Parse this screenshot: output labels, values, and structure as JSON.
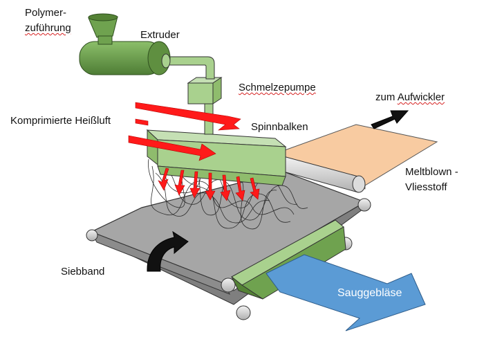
{
  "labels": {
    "polymer_line1": "Polymer-",
    "polymer_line2": "zuführung",
    "extruder": "Extruder",
    "schmelzepumpe": "Schmelzepumpe",
    "zum": "zum",
    "aufwickler": "Aufwickler",
    "heissluft": "Komprimierte Heißluft",
    "spinnbalken": "Spinnbalken",
    "meltblown_line1": "Meltblown -",
    "meltblown_line2": "Vliesstoff",
    "siebband": "Siebband",
    "sauggeblaese": "Sauggebläse"
  },
  "colors": {
    "machine_green": "#6fa24f",
    "beam_green": "#a9d18e",
    "hot_air_red": "#ff1a1a",
    "suction_blue": "#5b9bd5",
    "fabric_orange": "#f8cba1",
    "belt_grey": "#a6a6a6",
    "roller_grey": "#d0d0d0"
  }
}
